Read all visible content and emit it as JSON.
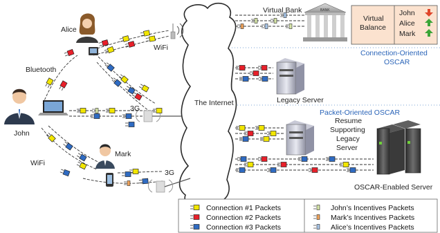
{
  "labels": {
    "alice": "Alice",
    "bluetooth": "Bluetooth",
    "wifi_top": "WiFi",
    "john": "John",
    "threeg_john": "3G",
    "mark": "Mark",
    "wifi_mark": "WiFi",
    "threeg_mark": "3G",
    "internet": "The Internet",
    "virtual_bank": "Virtual Bank",
    "bank_sign": "BANK",
    "legacy_server": "Legacy Server",
    "resume_1": "Resume",
    "resume_2": "Supporting",
    "resume_3": "Legacy",
    "resume_4": "Server",
    "oscar_enabled": "OSCAR-Enabled Server",
    "conn_oriented_1": "Connection-Oriented",
    "conn_oriented_2": "OSCAR",
    "packet_oriented": "Packet-Oriented OSCAR"
  },
  "balance": {
    "title_1": "Virtual",
    "title_2": "Balance",
    "rows": [
      {
        "name": "John",
        "trend": "down"
      },
      {
        "name": "Alice",
        "trend": "up"
      },
      {
        "name": "Mark",
        "trend": "up"
      }
    ]
  },
  "legend": {
    "left": [
      {
        "label": "Connection #1 Packets",
        "color": "#f2e600"
      },
      {
        "label": "Connection #2 Packets",
        "color": "#e8202a"
      },
      {
        "label": "Connection #3 Packets",
        "color": "#2f6bc2"
      }
    ],
    "right": [
      {
        "label": "John’s Incentives Packets",
        "color": "#d7e6a8"
      },
      {
        "label": "Mark’s Incentives Packets",
        "color": "#f1a45b"
      },
      {
        "label": "Alice’s Incentives Packets",
        "color": "#a8c6e8"
      }
    ]
  },
  "colors": {
    "conn1": "#f2e600",
    "conn2": "#e8202a",
    "conn3": "#2f6bc2",
    "john_incentive": "#d7e6a8",
    "mark_incentive": "#f1a45b",
    "alice_incentive": "#a8c6e8",
    "up_arrow": "#3aa537",
    "down_arrow": "#e0452a",
    "section_label": "#2a64b8"
  }
}
